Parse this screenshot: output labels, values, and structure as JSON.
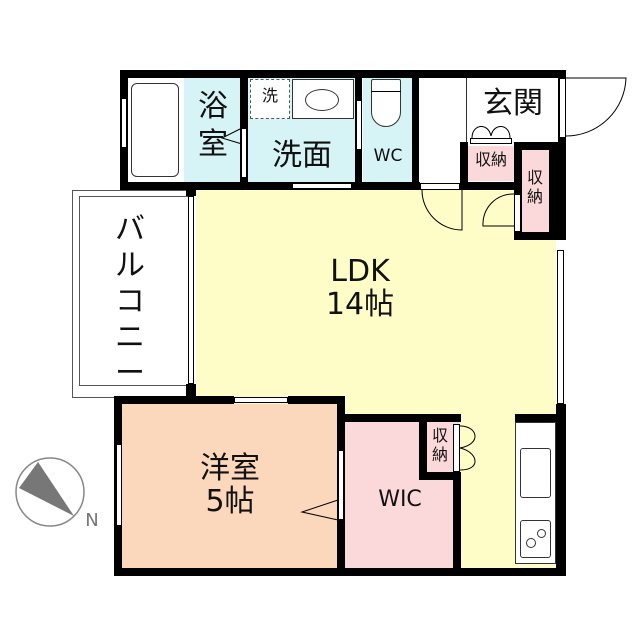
{
  "colors": {
    "ldk": "#fefdc8",
    "wet": "#d6f3f6",
    "bedroom": "#fbd8bc",
    "storage": "#fbd8da",
    "wic": "#fbd8da",
    "wall": "#000000",
    "compass_fill": "#777777",
    "compass_stroke": "#888888"
  },
  "rooms": {
    "bath": {
      "label": "浴\n室"
    },
    "washroom": {
      "label": "洗面"
    },
    "washer": {
      "label": "洗"
    },
    "wc": {
      "label": "WC"
    },
    "entrance": {
      "label": "玄関"
    },
    "storage_entrance": {
      "label": "収納"
    },
    "storage_side": {
      "label": "収\n納"
    },
    "ldk": {
      "label": "LDK\n14帖"
    },
    "balcony": {
      "label": "バ\nル\nコ\nニ\nー"
    },
    "bedroom": {
      "label": "洋室\n5帖"
    },
    "wic": {
      "label": "WIC"
    },
    "storage_wic": {
      "label": "収\n納"
    }
  },
  "compass": {
    "label": "N"
  }
}
